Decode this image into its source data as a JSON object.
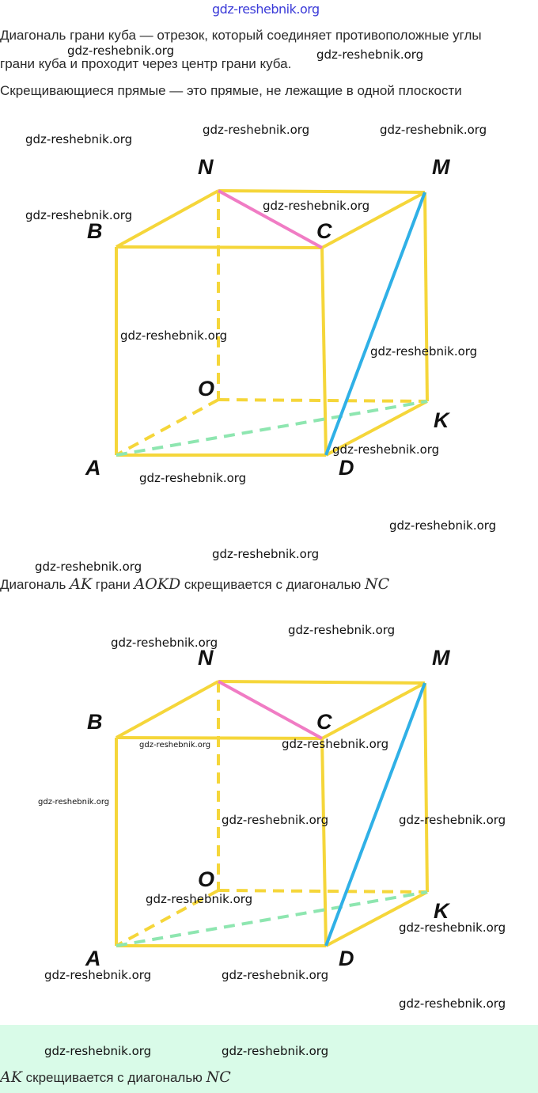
{
  "watermark_top": "gdz-reshebnik.org",
  "watermark": "gdz-reshebnik.org",
  "definition1_line1": "Диагональ грани куба — отрезок, который соединяет противоположные углы",
  "definition1_line2": "грани куба и проходит через центр грани куба.",
  "definition2": "Скрещивающиеся прямые — это прямые, не лежащие в одной плоскости",
  "caption": {
    "prefix": "Диагональ ",
    "ak": "AK",
    "middle": " грани ",
    "face": "AOKD",
    "suffix": " скрещивается с диагональю ",
    "nc": "NC"
  },
  "answer": {
    "ak": "AK",
    "text": " скрещивается с диагональю ",
    "nc": "NC"
  },
  "vertices": {
    "N": "N",
    "M": "M",
    "B": "B",
    "C": "C",
    "O": "O",
    "K": "K",
    "A": "A",
    "D": "D"
  },
  "colors": {
    "edge": "#f5d63a",
    "nc": "#f07cc4",
    "md": "#2fb0e6",
    "ak": "#8ee6b0",
    "band": "#d9fbe8"
  }
}
